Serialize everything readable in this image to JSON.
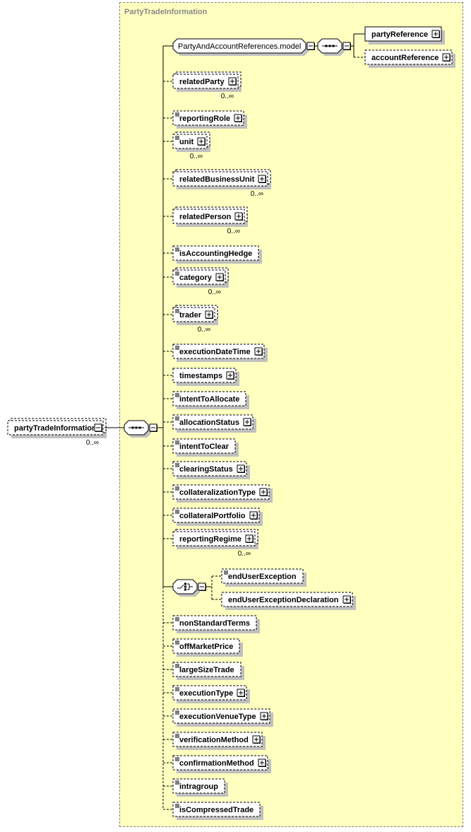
{
  "diagram": {
    "group_title": "PartyTradeInformation",
    "root": {
      "name": "partyTradeInformation",
      "occurrence": "0..∞",
      "optional": true
    },
    "model_group": {
      "name": "PartyAndAccountReferences.model",
      "children": [
        {
          "name": "partyReference",
          "optional": false,
          "expandable": true
        },
        {
          "name": "accountReference",
          "optional": true,
          "expandable": true
        }
      ]
    },
    "elements": [
      {
        "name": "relatedParty",
        "occurrence": "0..∞",
        "simple": false,
        "expandable": true
      },
      {
        "name": "reportingRole",
        "occurrence": "",
        "simple": true,
        "expandable": true
      },
      {
        "name": "unit",
        "occurrence": "0..∞",
        "simple": true,
        "expandable": true
      },
      {
        "name": "relatedBusinessUnit",
        "occurrence": "0..∞",
        "simple": false,
        "expandable": true
      },
      {
        "name": "relatedPerson",
        "occurrence": "0..∞",
        "simple": false,
        "expandable": true
      },
      {
        "name": "isAccountingHedge",
        "occurrence": "",
        "simple": true,
        "expandable": false
      },
      {
        "name": "category",
        "occurrence": "0..∞",
        "simple": true,
        "expandable": true
      },
      {
        "name": "trader",
        "occurrence": "0..∞",
        "simple": true,
        "expandable": true
      },
      {
        "name": "executionDateTime",
        "occurrence": "",
        "simple": true,
        "expandable": true
      },
      {
        "name": "timestamps",
        "occurrence": "",
        "simple": false,
        "expandable": true
      },
      {
        "name": "intentToAllocate",
        "occurrence": "",
        "simple": true,
        "expandable": false
      },
      {
        "name": "allocationStatus",
        "occurrence": "",
        "simple": true,
        "expandable": true
      },
      {
        "name": "intentToClear",
        "occurrence": "",
        "simple": true,
        "expandable": false
      },
      {
        "name": "clearingStatus",
        "occurrence": "",
        "simple": true,
        "expandable": true
      },
      {
        "name": "collateralizationType",
        "occurrence": "",
        "simple": true,
        "expandable": true
      },
      {
        "name": "collateralPortfolio",
        "occurrence": "",
        "simple": true,
        "expandable": true
      },
      {
        "name": "reportingRegime",
        "occurrence": "0..∞",
        "simple": false,
        "expandable": true
      }
    ],
    "choice": {
      "children": [
        {
          "name": "endUserException",
          "simple": true,
          "expandable": false
        },
        {
          "name": "endUserExceptionDeclaration",
          "simple": false,
          "expandable": true
        }
      ]
    },
    "elements_after": [
      {
        "name": "nonStandardTerms",
        "simple": true,
        "expandable": false
      },
      {
        "name": "offMarketPrice",
        "simple": true,
        "expandable": false
      },
      {
        "name": "largeSizeTrade",
        "simple": true,
        "expandable": false
      },
      {
        "name": "executionType",
        "simple": true,
        "expandable": true
      },
      {
        "name": "executionVenueType",
        "simple": true,
        "expandable": true
      },
      {
        "name": "verificationMethod",
        "simple": true,
        "expandable": true
      },
      {
        "name": "confirmationMethod",
        "simple": true,
        "expandable": true
      },
      {
        "name": "intragroup",
        "simple": true,
        "expandable": false
      },
      {
        "name": "isCompressedTrade",
        "simple": true,
        "expandable": false
      }
    ]
  }
}
